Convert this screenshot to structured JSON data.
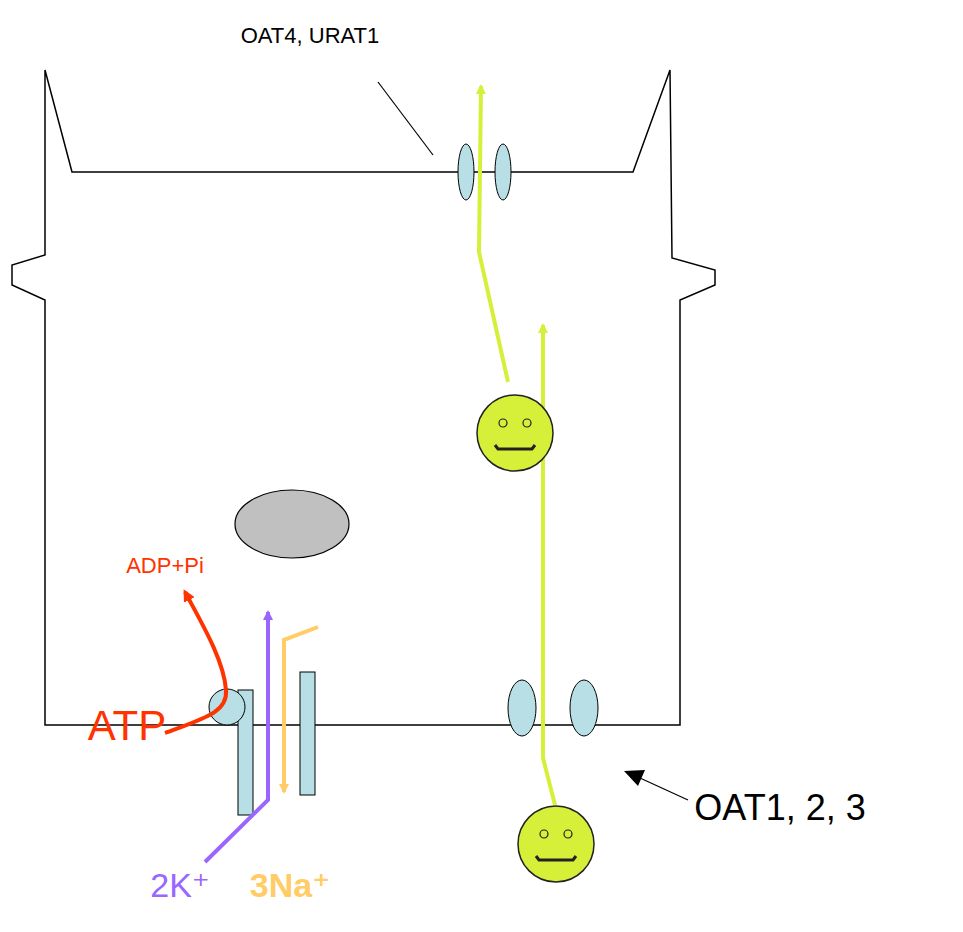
{
  "diagram": {
    "labels": [
      "OAT4, URAT1",
      "ADP+Pi",
      "ATP",
      "OAT1, 2, 3",
      "2K⁺",
      "3Na⁺"
    ]
  }
}
